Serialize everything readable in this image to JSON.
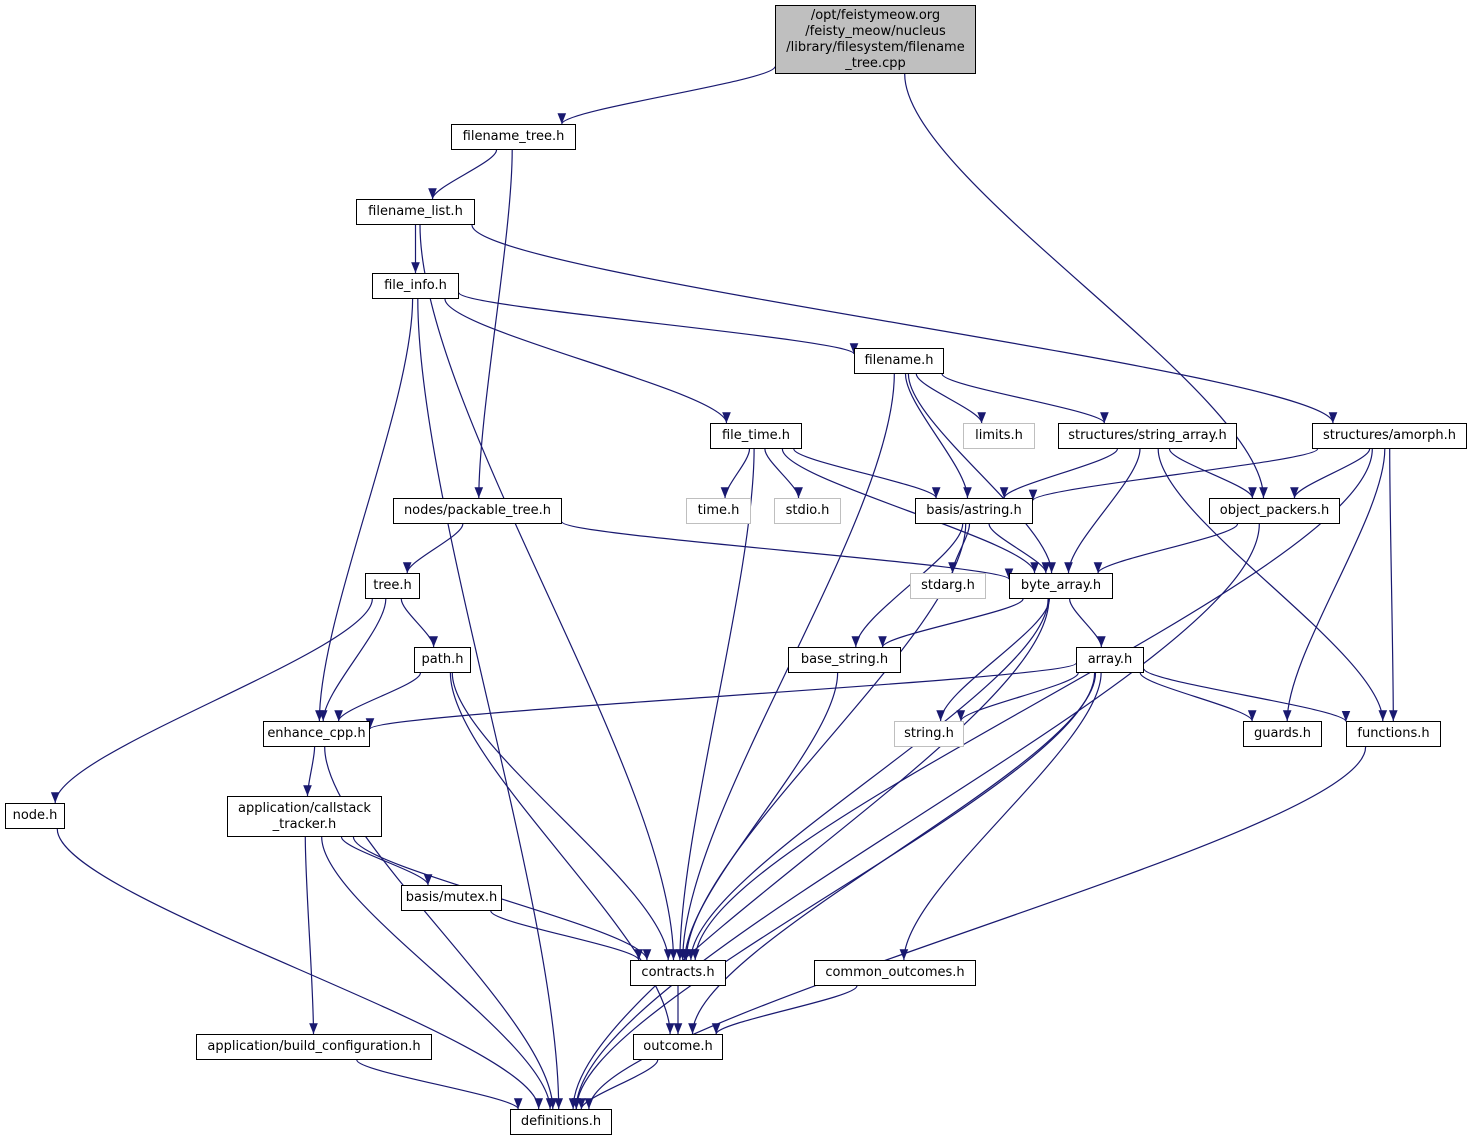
{
  "graph": {
    "type": "include-dependency-graph",
    "edge_color": "#191970",
    "root_fill": "#bfbfbf",
    "external_border": "#bfbfbf",
    "nodes": {
      "root": {
        "label": "/opt/feistymeow.org\n/feisty_meow/nucleus\n/library/filesystem/filename\n_tree.cpp",
        "kind": "root"
      },
      "filename_tree": {
        "label": "filename_tree.h",
        "kind": "local"
      },
      "filename_list": {
        "label": "filename_list.h",
        "kind": "local"
      },
      "file_info": {
        "label": "file_info.h",
        "kind": "local"
      },
      "filename": {
        "label": "filename.h",
        "kind": "local"
      },
      "file_time": {
        "label": "file_time.h",
        "kind": "local"
      },
      "limits": {
        "label": "limits.h",
        "kind": "external"
      },
      "string_array": {
        "label": "structures/string_array.h",
        "kind": "local"
      },
      "amorph": {
        "label": "structures/amorph.h",
        "kind": "local"
      },
      "packable_tree": {
        "label": "nodes/packable_tree.h",
        "kind": "local"
      },
      "time": {
        "label": "time.h",
        "kind": "external"
      },
      "stdio": {
        "label": "stdio.h",
        "kind": "external"
      },
      "astring": {
        "label": "basis/astring.h",
        "kind": "local"
      },
      "object_packers": {
        "label": "object_packers.h",
        "kind": "local"
      },
      "tree": {
        "label": "tree.h",
        "kind": "local"
      },
      "stdarg": {
        "label": "stdarg.h",
        "kind": "external"
      },
      "byte_array": {
        "label": "byte_array.h",
        "kind": "local"
      },
      "path": {
        "label": "path.h",
        "kind": "local"
      },
      "base_string": {
        "label": "base_string.h",
        "kind": "local"
      },
      "array": {
        "label": "array.h",
        "kind": "local"
      },
      "enhance_cpp": {
        "label": "enhance_cpp.h",
        "kind": "local"
      },
      "string": {
        "label": "string.h",
        "kind": "external"
      },
      "guards": {
        "label": "guards.h",
        "kind": "local"
      },
      "functions": {
        "label": "functions.h",
        "kind": "local"
      },
      "node": {
        "label": "node.h",
        "kind": "local"
      },
      "callstack": {
        "label": "application/callstack\n_tracker.h",
        "kind": "local"
      },
      "mutex": {
        "label": "basis/mutex.h",
        "kind": "local"
      },
      "contracts": {
        "label": "contracts.h",
        "kind": "local"
      },
      "common_outcomes": {
        "label": "common_outcomes.h",
        "kind": "local"
      },
      "build_configuration": {
        "label": "application/build_configuration.h",
        "kind": "local"
      },
      "outcome": {
        "label": "outcome.h",
        "kind": "local"
      },
      "definitions": {
        "label": "definitions.h",
        "kind": "local"
      }
    },
    "edges": [
      [
        "root",
        "filename_tree"
      ],
      [
        "root",
        "object_packers"
      ],
      [
        "filename_tree",
        "filename_list"
      ],
      [
        "filename_tree",
        "packable_tree"
      ],
      [
        "filename_list",
        "file_info"
      ],
      [
        "filename_list",
        "contracts"
      ],
      [
        "filename_list",
        "amorph"
      ],
      [
        "file_info",
        "filename"
      ],
      [
        "file_info",
        "file_time"
      ],
      [
        "file_info",
        "enhance_cpp"
      ],
      [
        "file_info",
        "definitions"
      ],
      [
        "filename",
        "contracts"
      ],
      [
        "filename",
        "limits"
      ],
      [
        "filename",
        "string_array"
      ],
      [
        "filename",
        "astring"
      ],
      [
        "filename",
        "byte_array"
      ],
      [
        "file_time",
        "time"
      ],
      [
        "file_time",
        "stdio"
      ],
      [
        "file_time",
        "astring"
      ],
      [
        "file_time",
        "byte_array"
      ],
      [
        "file_time",
        "contracts"
      ],
      [
        "string_array",
        "astring"
      ],
      [
        "string_array",
        "byte_array"
      ],
      [
        "string_array",
        "object_packers"
      ],
      [
        "string_array",
        "functions"
      ],
      [
        "amorph",
        "astring"
      ],
      [
        "amorph",
        "object_packers"
      ],
      [
        "amorph",
        "contracts"
      ],
      [
        "amorph",
        "guards"
      ],
      [
        "amorph",
        "functions"
      ],
      [
        "packable_tree",
        "tree"
      ],
      [
        "packable_tree",
        "byte_array"
      ],
      [
        "astring",
        "stdarg"
      ],
      [
        "astring",
        "byte_array"
      ],
      [
        "astring",
        "base_string"
      ],
      [
        "astring",
        "contracts"
      ],
      [
        "object_packers",
        "byte_array"
      ],
      [
        "object_packers",
        "definitions"
      ],
      [
        "tree",
        "node"
      ],
      [
        "tree",
        "enhance_cpp"
      ],
      [
        "tree",
        "path"
      ],
      [
        "byte_array",
        "base_string"
      ],
      [
        "byte_array",
        "array"
      ],
      [
        "byte_array",
        "string"
      ],
      [
        "byte_array",
        "contracts"
      ],
      [
        "byte_array",
        "definitions"
      ],
      [
        "path",
        "enhance_cpp"
      ],
      [
        "path",
        "contracts"
      ],
      [
        "path",
        "outcome"
      ],
      [
        "base_string",
        "contracts"
      ],
      [
        "array",
        "enhance_cpp"
      ],
      [
        "array",
        "string"
      ],
      [
        "array",
        "guards"
      ],
      [
        "array",
        "functions"
      ],
      [
        "array",
        "common_outcomes"
      ],
      [
        "array",
        "outcome"
      ],
      [
        "array",
        "definitions"
      ],
      [
        "enhance_cpp",
        "callstack"
      ],
      [
        "enhance_cpp",
        "definitions"
      ],
      [
        "functions",
        "definitions"
      ],
      [
        "node",
        "definitions"
      ],
      [
        "callstack",
        "mutex"
      ],
      [
        "callstack",
        "contracts"
      ],
      [
        "callstack",
        "build_configuration"
      ],
      [
        "callstack",
        "definitions"
      ],
      [
        "mutex",
        "contracts"
      ],
      [
        "contracts",
        "outcome"
      ],
      [
        "common_outcomes",
        "outcome"
      ],
      [
        "build_configuration",
        "definitions"
      ],
      [
        "outcome",
        "definitions"
      ]
    ]
  }
}
